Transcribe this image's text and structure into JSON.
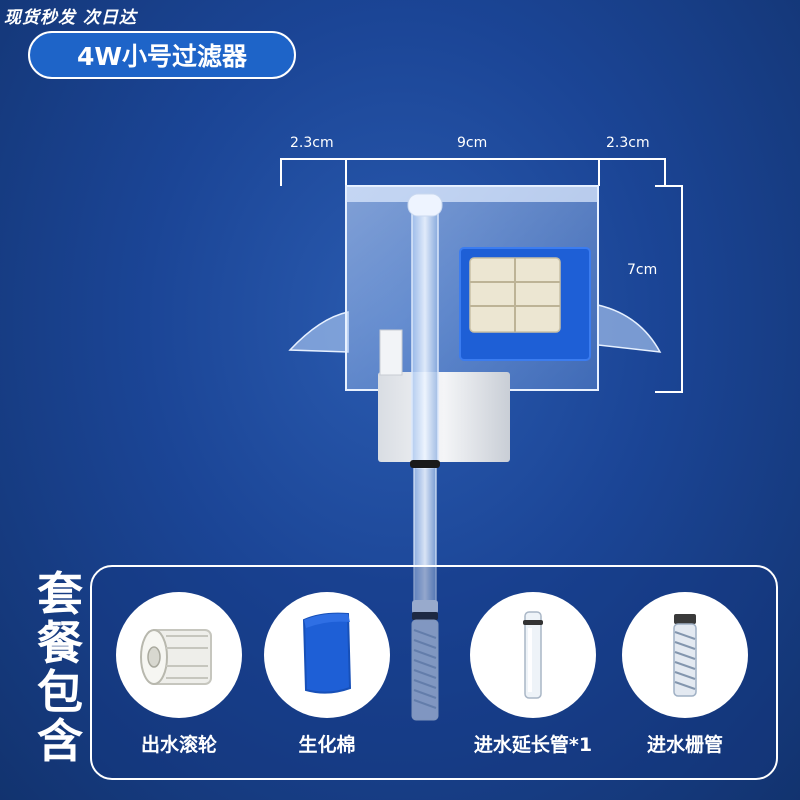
{
  "watermark": "现货秒发  次日达",
  "title": "4W小号过滤器",
  "dimensions": {
    "left": "2.3cm",
    "middle": "9cm",
    "right": "2.3cm",
    "height": "7cm"
  },
  "package": {
    "title_chars": [
      "套",
      "餐",
      "包",
      "含"
    ],
    "items": [
      {
        "label": "出水滚轮",
        "icon": "roller-icon"
      },
      {
        "label": "生化棉",
        "icon": "sponge-icon"
      },
      {
        "label": "进水延长管*1",
        "icon": "tube-icon"
      },
      {
        "label": "进水栅管",
        "icon": "intake-grid-icon"
      }
    ]
  },
  "colors": {
    "background": "#1b4596",
    "pill": "#1e64c8",
    "sponge": "#1e5fd6"
  }
}
